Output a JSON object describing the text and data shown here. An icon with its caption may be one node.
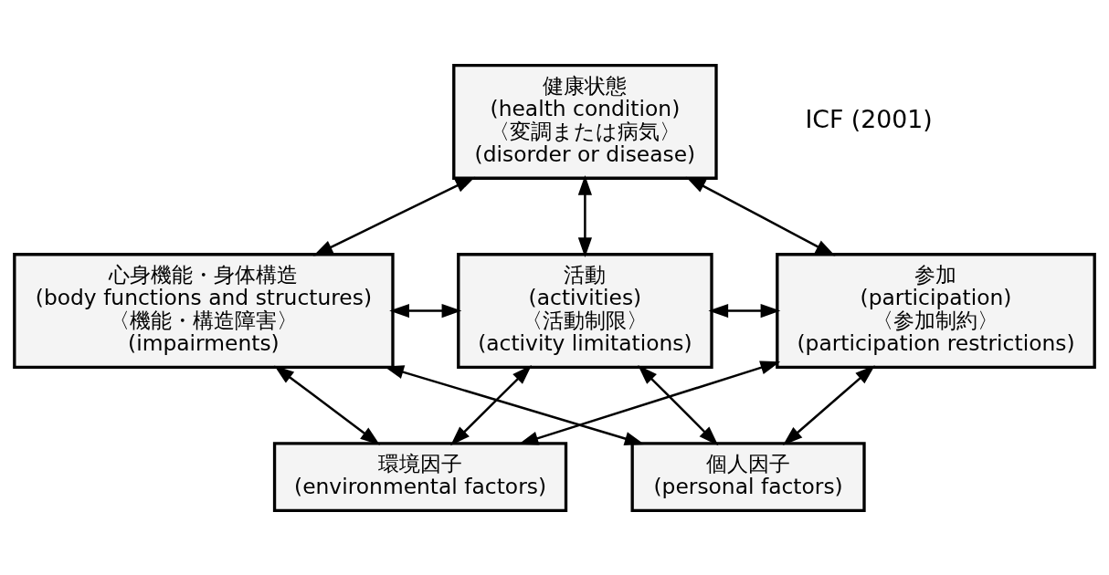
{
  "diagram": {
    "nodes": [
      {
        "text": [
          "健康状態",
          "(health condition)",
          "〈変調または病気〉",
          "(disorder or disease)"
        ]
      },
      {
        "text": [
          "心身機能・身体構造",
          "(body functions and structures)",
          "〈機能・構造障害〉",
          "(impairments)"
        ]
      },
      {
        "text": [
          "活動",
          "(activities)",
          "〈活動制限〉",
          "(activity limitations)"
        ]
      },
      {
        "text": [
          "参加",
          "(participation)",
          "〈参加制約〉",
          "(participation restrictions)"
        ]
      },
      {
        "text": [
          "環境因子",
          "(environmental factors)"
        ]
      },
      {
        "text": [
          "個人因子",
          "(personal factors)"
        ]
      }
    ],
    "edges": [
      {
        "from": 0,
        "to": 2,
        "arrow": "both"
      },
      {
        "from": 0,
        "to": 1,
        "arrow": "both"
      },
      {
        "from": 0,
        "to": 3,
        "arrow": "both"
      },
      {
        "from": 1,
        "to": 2,
        "arrow": "both"
      },
      {
        "from": 2,
        "to": 3,
        "arrow": "both"
      },
      {
        "from": 4,
        "to": 1,
        "arrow": "both"
      },
      {
        "from": 4,
        "to": 2,
        "arrow": "both"
      },
      {
        "from": 4,
        "to": 3,
        "arrow": "both"
      },
      {
        "from": 5,
        "to": 1,
        "arrow": "both"
      },
      {
        "from": 5,
        "to": 2,
        "arrow": "both"
      },
      {
        "from": 5,
        "to": 3,
        "arrow": "both"
      }
    ],
    "labels": [
      "ICF (2001)"
    ]
  }
}
